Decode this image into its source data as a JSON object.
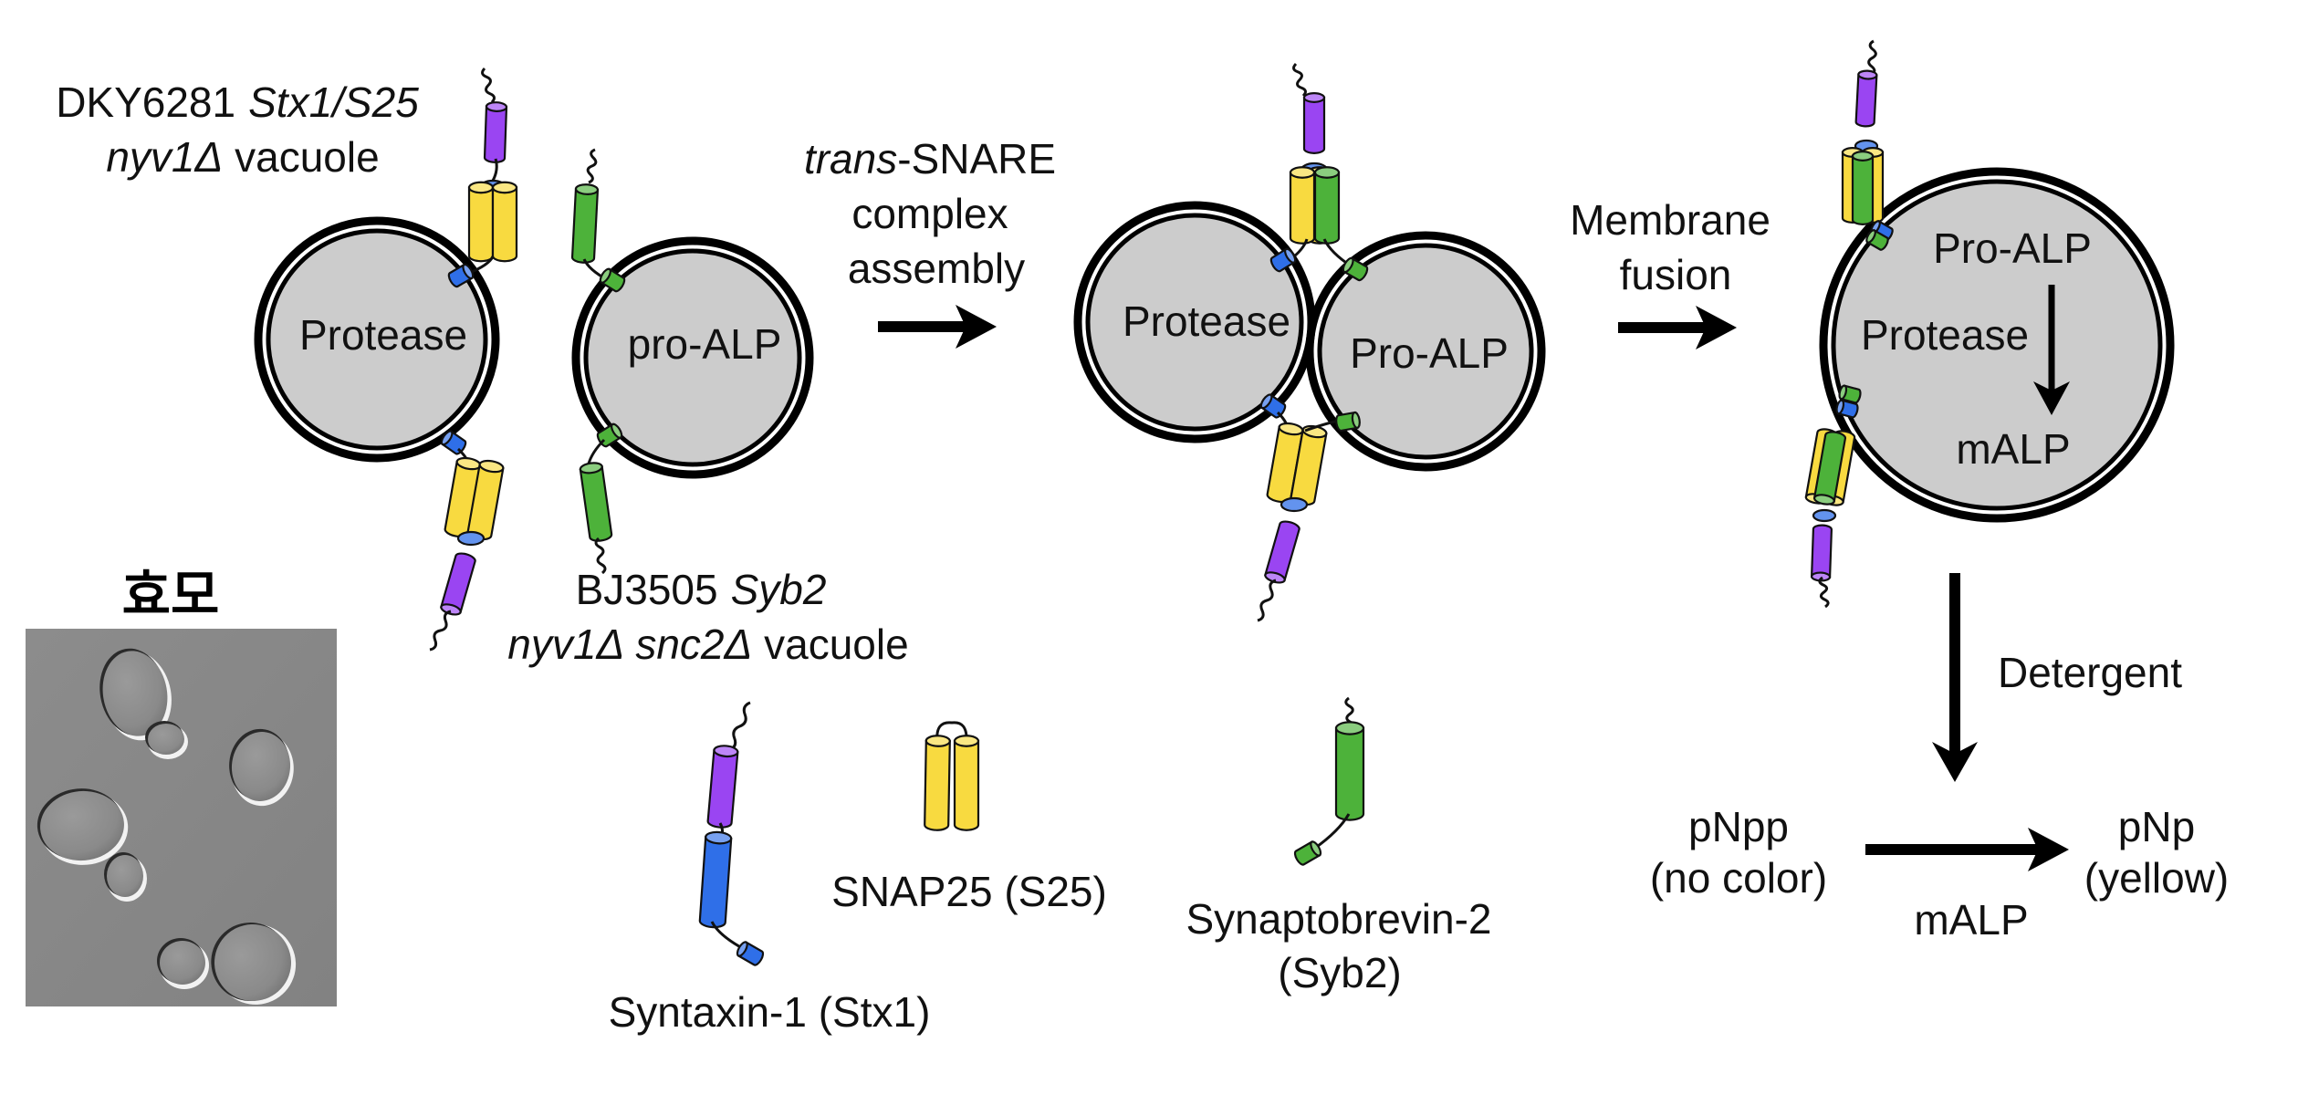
{
  "colors": {
    "syntaxin_habc": "#9a45f2",
    "syntaxin_h3": "#2f6fe8",
    "snap25": "#f8da40",
    "synaptobrevin": "#4db23a",
    "vacuole_lumen": "#cccccc",
    "membrane": "#000000"
  },
  "photo": {
    "title": "효모",
    "caption_hidden": ""
  },
  "step1": {
    "donor_label": {
      "strain": "DKY6281",
      "genotype": "Stx1/S25",
      "line2_italic": "nyv1Δ",
      "line2_rest": " vacuole"
    },
    "acceptor_label": {
      "strain": "BJ3505",
      "genotype": "Syb2",
      "line2_italic_a": "nyv1Δ",
      "line2_italic_b": "snc2Δ",
      "line2_rest": " vacuole"
    },
    "vacuole_left": "Protease",
    "vacuole_right": "pro-ALP"
  },
  "arrow1": {
    "line1_italic": "trans",
    "line1_rest": "-SNARE",
    "line2": "complex",
    "line3": "assembly"
  },
  "step2": {
    "vacuole_left": "Protease",
    "vacuole_right": "Pro-ALP"
  },
  "arrow2": {
    "line1": "Membrane",
    "line2": "fusion"
  },
  "step3": {
    "top": "Pro-ALP",
    "middle": "Protease",
    "bottom": "mALP"
  },
  "arrow3": {
    "label": "Detergent"
  },
  "reaction": {
    "substrate": "pNpp",
    "substrate_note": "(no color)",
    "enzyme": "mALP",
    "product": "pNp",
    "product_note": "(yellow)"
  },
  "legend": {
    "syntaxin": "Syntaxin-1 (Stx1)",
    "snap25": "SNAP25 (S25)",
    "synaptobrevin_line1": "Synaptobrevin-2",
    "synaptobrevin_line2": "(Syb2)"
  }
}
